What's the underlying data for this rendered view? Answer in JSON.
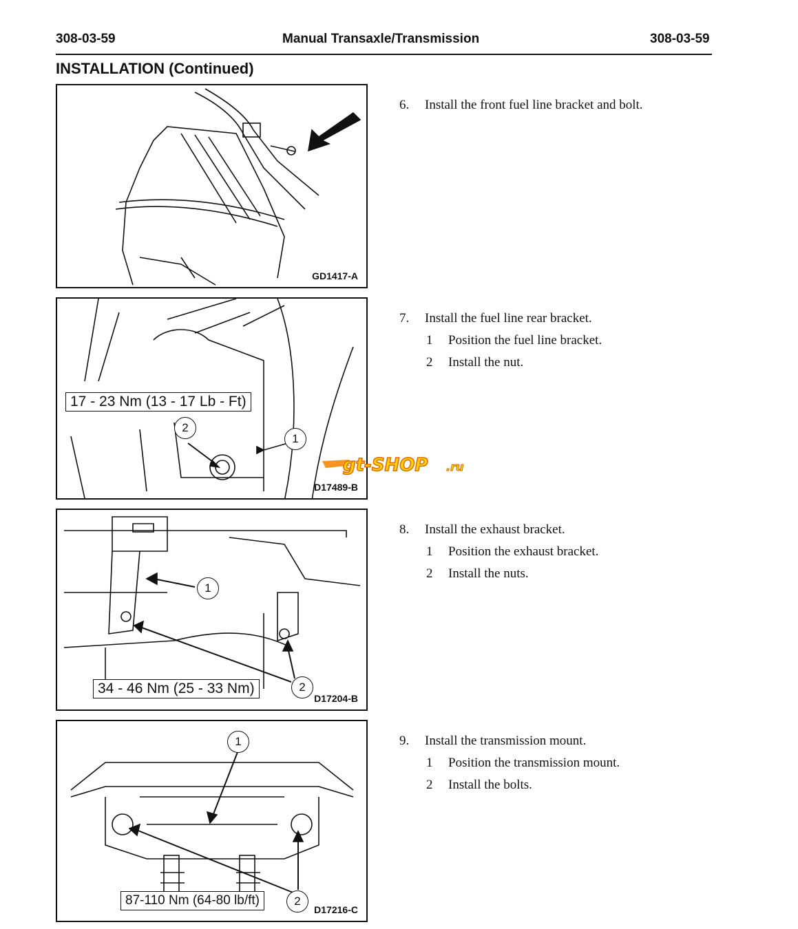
{
  "header": {
    "page_left": "308-03-59",
    "title": "Manual Transaxle/Transmission",
    "page_right": "308-03-59"
  },
  "section_title": "INSTALLATION (Continued)",
  "figures": [
    {
      "id": "GD1417-A"
    },
    {
      "id": "D17489-B",
      "torque": "17 - 23 Nm (13 - 17 Lb - Ft)",
      "callouts": [
        "1",
        "2"
      ]
    },
    {
      "id": "D17204-B",
      "torque": "34 - 46 Nm (25 - 33 Nm)",
      "callouts": [
        "1",
        "2"
      ]
    },
    {
      "id": "D17216-C",
      "torque": "87-110 Nm (64-80 lb/ft)",
      "callouts": [
        "1",
        "2"
      ]
    }
  ],
  "steps": [
    {
      "num": "6.",
      "text": "Install the front fuel line bracket and bolt.",
      "subs": []
    },
    {
      "num": "7.",
      "text": "Install the fuel line rear bracket.",
      "subs": [
        {
          "num": "1",
          "text": "Position the fuel line bracket."
        },
        {
          "num": "2",
          "text": "Install the nut."
        }
      ]
    },
    {
      "num": "8.",
      "text": "Install the exhaust bracket.",
      "subs": [
        {
          "num": "1",
          "text": "Position the exhaust bracket."
        },
        {
          "num": "2",
          "text": "Install the nuts."
        }
      ]
    },
    {
      "num": "9.",
      "text": "Install the transmission mount.",
      "subs": [
        {
          "num": "1",
          "text": "Position the transmission mount."
        },
        {
          "num": "2",
          "text": "Install the bolts."
        }
      ]
    }
  ],
  "watermark": {
    "text": "gt-SHOP.ru",
    "colors": [
      "#f7941d",
      "#ffd200"
    ]
  }
}
